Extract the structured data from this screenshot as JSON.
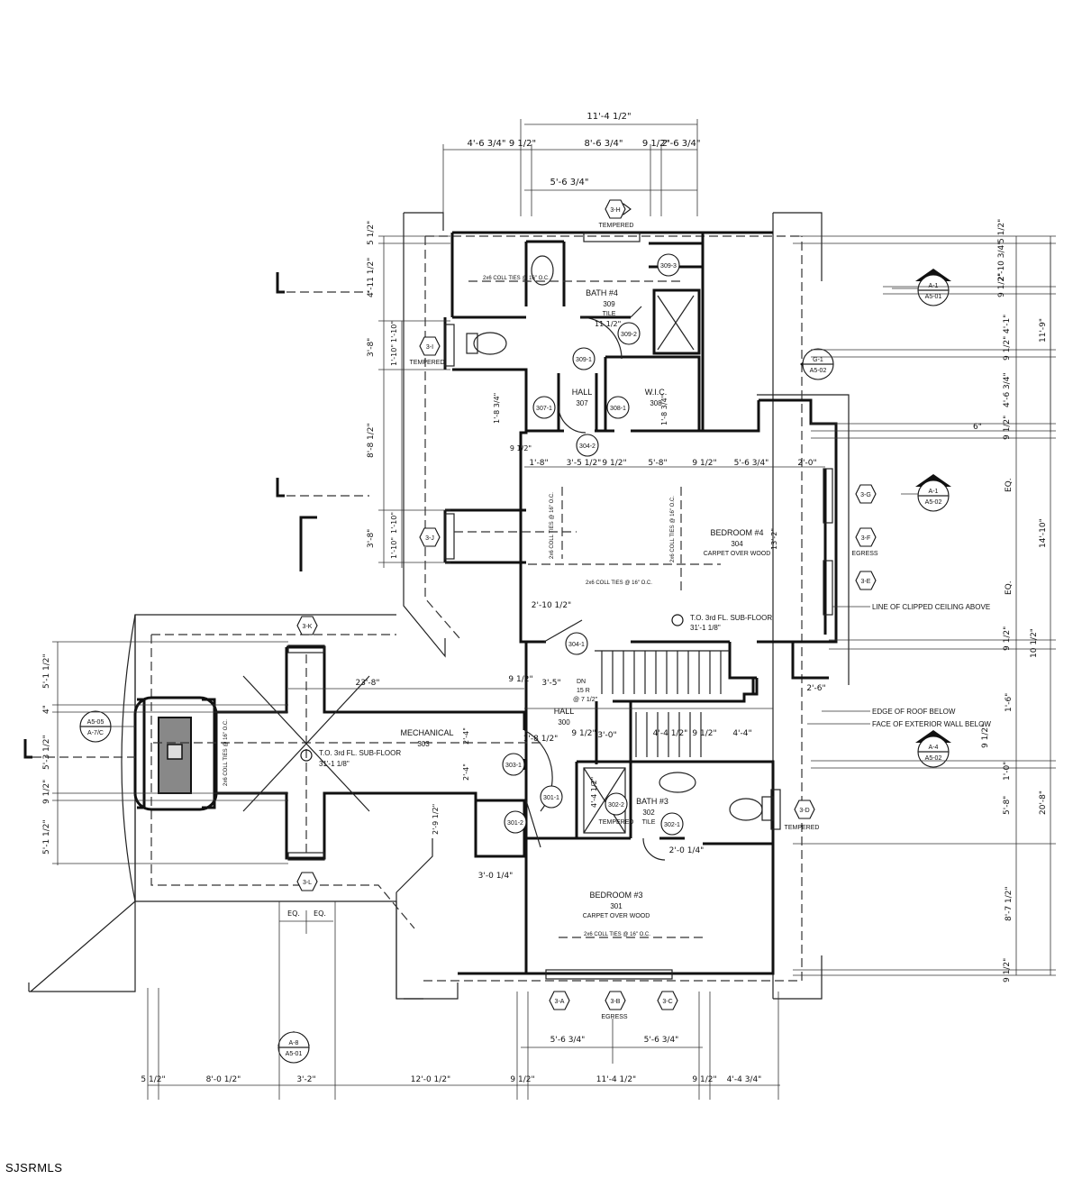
{
  "watermark": "SJSRMLS",
  "rooms": {
    "bath4": {
      "name": "BATH #4",
      "num": "309",
      "finish": "TILE"
    },
    "hall307": {
      "name": "HALL",
      "num": "307"
    },
    "wic": {
      "name": "W.I.C.",
      "num": "308"
    },
    "bedroom4": {
      "name": "BEDROOM #4",
      "num": "304",
      "finish": "CARPET OVER WOOD",
      "ceiling": "13'-2\""
    },
    "mechanical": {
      "name": "MECHANICAL",
      "num": "303"
    },
    "hall300": {
      "name": "HALL",
      "num": "300"
    },
    "bath3": {
      "name": "BATH #3",
      "num": "302",
      "finish": "TILE"
    },
    "bedroom3": {
      "name": "BEDROOM #3",
      "num": "301",
      "finish": "CARPET OVER WOOD"
    }
  },
  "notes": {
    "tempered": "TEMPERED",
    "egress": "EGRESS",
    "clipped_ceiling": "LINE OF CLIPPED CEILING ABOVE",
    "edge_roof": "EDGE OF ROOF BELOW",
    "face_wall": "FACE OF EXTERIOR WALL BELOW",
    "subfloor": "T.O. 3rd FL. SUB-FLOOR",
    "subfloor_elev": "31'-1 1/8\"",
    "coll_ties": "2x6 COLL TIES @ 16\" O.C.",
    "stair": "DN",
    "stair_r": "15 R",
    "stair_rise": "@ 7 1/2\""
  },
  "doors": [
    "309-3",
    "309-2",
    "309-1",
    "307-1",
    "308-1",
    "304-2",
    "304-1",
    "303-1",
    "301-1",
    "301-2",
    "302-2",
    "302-1"
  ],
  "windows": [
    "3-H",
    "3-I",
    "3-J",
    "3-K",
    "3-L",
    "3-G",
    "3-F",
    "3-E",
    "3-D",
    "3-A",
    "3-B",
    "3-C"
  ],
  "sections": [
    {
      "id": "A-1",
      "sheet": "A5-01"
    },
    {
      "id": "G-1",
      "sheet": "A5-02"
    },
    {
      "id": "A-1",
      "sheet": "A5-02"
    },
    {
      "id": "A-4",
      "sheet": "A5-02"
    },
    {
      "id": "A-8",
      "sheet": "A5-01"
    },
    {
      "id": "A5-05",
      "sheet": "A-7/C"
    }
  ],
  "dims_top": {
    "overall": "11'-4 1/2\"",
    "a": "4'-6 3/4\"",
    "b": "9 1/2\"",
    "c": "8'-6 3/4\"",
    "d": "9 1/2\"",
    "e": "2'-6 3/4\"",
    "window": "5'-6 3/4\""
  },
  "dims_bottom": {
    "a": "5 1/2\"",
    "b": "8'-0 1/2\"",
    "c": "3'-2\"",
    "d": "12'-0 1/2\"",
    "e": "9 1/2\"",
    "f": "11'-4 1/2\"",
    "g": "9 1/2\"",
    "h": "4'-4 3/4\"",
    "w1": "5'-6 3/4\"",
    "w2": "5'-6 3/4\"",
    "eq1": "EQ.",
    "eq2": "EQ."
  },
  "dims_right": {
    "a": "5 1/2\"",
    "b": "2'-10 3/4\"",
    "c": "9 1/2\"",
    "d": "4'-1\"",
    "e": "9 1/2\"",
    "f": "4'-6 3/4\"",
    "g": "6\"",
    "h": "9 1/2\"",
    "i": "EQ.",
    "j": "EQ.",
    "k": "9 1/2\"",
    "l": "1'-6\"",
    "m": "9 1/2\"",
    "n": "1'-0\"",
    "o": "5'-8\"",
    "p": "8'-7 1/2\"",
    "q": "9 1/2\"",
    "overall1": "11'-9\"",
    "overall2": "14'-10\"",
    "overall3": "20'-8\"",
    "r": "10 1/2\""
  },
  "dims_left": {
    "a": "5 1/2\"",
    "b": "4'-11 1/2\"",
    "c": "3'-8\"",
    "d": "1'-10\"",
    "e": "1'-10\"",
    "f": "8'-8 1/2\"",
    "g": "3'-8\"",
    "h": "1'-10\"",
    "i": "1'-10\"",
    "j": "5'-1 1/2\"",
    "k": "4\"",
    "l": "5'-3 1/2\"",
    "m": "9 1/2\"",
    "n": "5'-1 1/2\""
  },
  "dims_inner": {
    "r1": "1'-8\"",
    "r2": "3'-5 1/2\"",
    "r3": "9 1/2\"",
    "r4": "5'-8\"",
    "r5": "9 1/2\"",
    "r6": "5'-6 3/4\"",
    "r7": "2'-0\"",
    "hall_w": "1'-8 3/4\"",
    "wic_w": "1'-8 3/4\"",
    "bath_b": "11 1/2\"",
    "mech_len": "23'-8\"",
    "mech_a": "2'-4\"",
    "mech_b": "2'-4\"",
    "m1": "2'-10 1/2\"",
    "m2": "3'-5\"",
    "m3": "9 1/2\"",
    "m4": "1'-8 1/2\"",
    "m5": "9 1/2\"",
    "m6": "3'-0\"",
    "m7": "4'-4 1/2\"",
    "m8": "9 1/2\"",
    "m9": "4'-4\"",
    "b1": "4'-4 1/2\"",
    "b2": "2'-0 1/4\"",
    "b3": "2'-9 1/2\"",
    "b4": "3'-0 1/4\"",
    "b5": "2'-6\"",
    "b6": "9 1/2\""
  }
}
